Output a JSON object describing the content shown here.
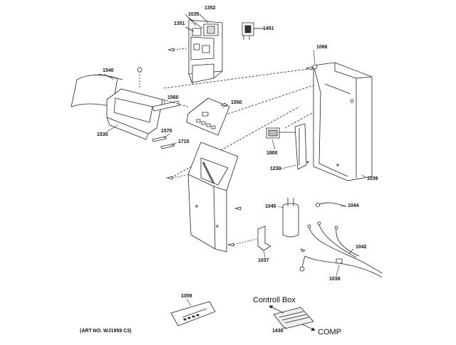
{
  "diagram": {
    "parts": {
      "p1352": "1352",
      "p1035": "1035",
      "p1351": "1351",
      "p1451": "1451",
      "p1066": "1066",
      "p1540": "1540",
      "p1560": "1560",
      "p1550": "1550",
      "p1530": "1530",
      "p1570": "1570",
      "p1710": "1710",
      "p1800": "1800",
      "p1230": "1230",
      "p1039": "1039",
      "p1045": "1045",
      "p1044": "1044",
      "p1042": "1042",
      "p1037": "1037",
      "p1038": "1038",
      "p1059": "1059",
      "p1430": "1430"
    },
    "controll_box": "Controll Box",
    "comp": "COMP",
    "art_no": "(ART NO. WJ1959 C3)"
  }
}
